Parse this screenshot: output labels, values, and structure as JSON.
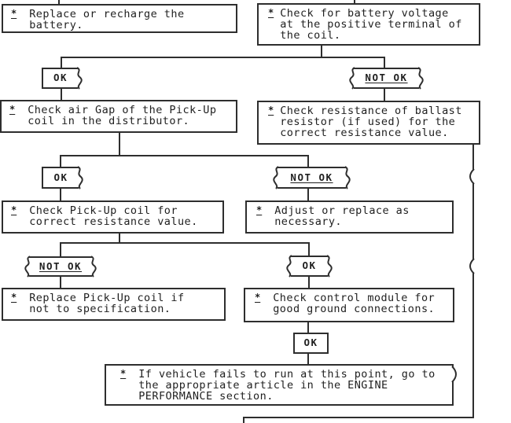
{
  "colors": {
    "line": "#2e2e2e",
    "text": "#1f1f1f",
    "background": "#ffffff"
  },
  "bullet": "*",
  "boxes": {
    "replace_battery": {
      "lines": [
        "Replace or recharge the",
        "battery."
      ]
    },
    "check_voltage": {
      "lines": [
        "Check for battery voltage",
        "at the positive terminal of",
        "the coil."
      ]
    },
    "check_air_gap": {
      "lines": [
        "Check air Gap of the Pick-Up",
        "coil in the distributor."
      ]
    },
    "check_ballast": {
      "lines": [
        "Check resistance of ballast",
        "resistor (if used) for the",
        "correct resistance value."
      ]
    },
    "check_pickup_coil": {
      "lines": [
        "Check Pick-Up coil for",
        "correct resistance value."
      ]
    },
    "adjust_replace": {
      "lines": [
        "Adjust or replace as",
        "necessary."
      ]
    },
    "replace_pickup_coil": {
      "lines": [
        "Replace Pick-Up coil if",
        "not to specification."
      ]
    },
    "check_control_module": {
      "lines": [
        "Check control module for",
        "good ground connections."
      ]
    },
    "engine_performance": {
      "lines": [
        "If vehicle fails to run at this point, go to",
        "the appropriate article in the ENGINE",
        "PERFORMANCE section."
      ]
    }
  },
  "flags": {
    "ok": "OK",
    "not_ok": "NOT OK"
  }
}
